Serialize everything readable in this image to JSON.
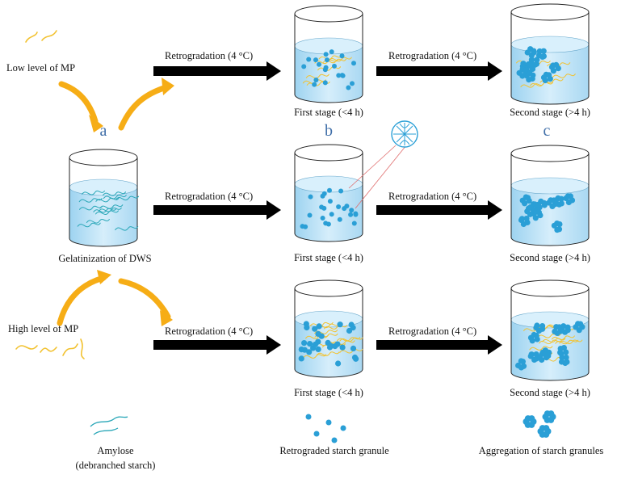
{
  "labels": {
    "low_mp": "Low  level of MP",
    "high_mp": "High  level of MP",
    "gelatinization": "Gelatinization of DWS",
    "col_a": "a",
    "col_b": "b",
    "col_c": "c"
  },
  "rows": [
    {
      "arrow1": "Retrogradation (4 °C)",
      "arrow2": "Retrogradation (4 °C)",
      "stage1": "First stage (<4 h)",
      "stage2": "Second stage (>4 h)"
    },
    {
      "arrow1": "Retrogradation (4 °C)",
      "arrow2": "Retrogradation (4 °C)",
      "stage1": "First stage (<4 h)",
      "stage2": "Second stage (>4 h)"
    },
    {
      "arrow1": "Retrogradation (4 °C)",
      "arrow2": "Retrogradation (4 °C)",
      "stage1": "First stage (<4 h)",
      "stage2": "Second stage (>4 h)"
    }
  ],
  "legend": {
    "amylose": "Amylose",
    "amylose_sub": "(debranched starch)",
    "granule": "Retrograded starch granule",
    "aggregation": "Aggregation of starch granules"
  },
  "colors": {
    "water": "#bfe3f7",
    "granule": "#2a9fd6",
    "mp": "#f2c230",
    "amylose": "#2aa7b8",
    "arrow": "#000000",
    "curved_arrow": "#f6ad16",
    "column_letter": "#3f6ea8"
  }
}
